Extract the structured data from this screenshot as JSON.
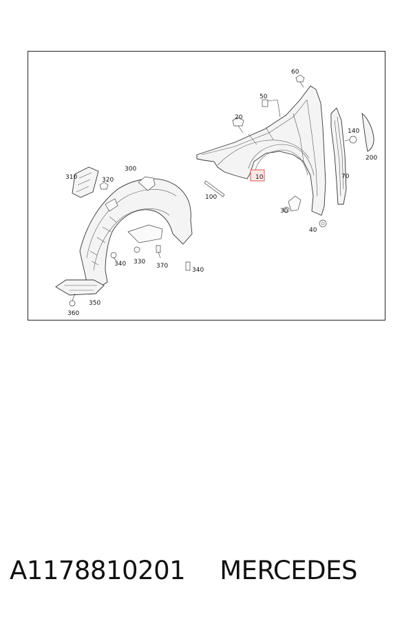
{
  "callouts": {
    "c10": "10",
    "c20": "20",
    "c30": "30",
    "c40": "40",
    "c50": "50",
    "c60": "60",
    "c70": "70",
    "c100": "100",
    "c140": "140",
    "c200": "200",
    "c300": "300",
    "c310": "310",
    "c320": "320",
    "c330": "330",
    "c340a": "340",
    "c340b": "340",
    "c350": "350",
    "c360": "360",
    "c370": "370"
  },
  "highlight_color": "#d9534f",
  "footer": {
    "part_number": "A1178810201",
    "brand": "MERCEDES"
  }
}
